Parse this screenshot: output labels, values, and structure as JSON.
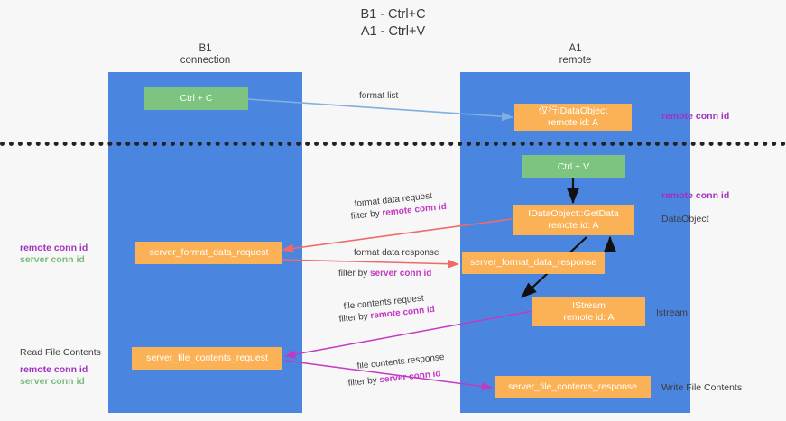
{
  "title": {
    "line1": "B1 - Ctrl+C",
    "line2": "A1 - Ctrl+V"
  },
  "columns": [
    {
      "name": "B1",
      "sub": "connection"
    },
    {
      "name": "A1",
      "sub": "remote"
    }
  ],
  "colors": {
    "lane": "#4a86e0",
    "green_box": "#7cc47f",
    "orange_box": "#fbb256",
    "magenta": "#c23ac2",
    "purple_label": "#a032c0",
    "green_label": "#77bb7d",
    "arrow_blue": "#7fb0e0",
    "arrow_red": "#f06a6a",
    "arrow_black": "#111111",
    "arrow_magenta": "#c23ac2",
    "text": "#3c3c3c",
    "divider": "#222222",
    "background": "#f7f7f7"
  },
  "boxes": {
    "ctrl_c": {
      "label": "Ctrl + C"
    },
    "ctrl_v": {
      "label": "Ctrl + V"
    },
    "idataobject_remote": {
      "line1": "仅行IDataObject",
      "line2": "remote id: A"
    },
    "getdata": {
      "line1": "IDataObject::GetData",
      "line2": "remote id: A"
    },
    "server_format_data_request": {
      "label": "server_format_data_request"
    },
    "server_format_data_response": {
      "label": "server_format_data_response"
    },
    "istream": {
      "line1": "IStream",
      "line2": "remote id: A"
    },
    "server_file_contents_request": {
      "label": "server_file_contents_request"
    },
    "server_file_contents_response": {
      "label": "server_file_contents_response"
    }
  },
  "edge_labels": {
    "format_list": "format list",
    "format_data_request": "format data request",
    "format_data_request_filter_prefix": "filter by ",
    "format_data_request_filter_key": "remote conn id",
    "format_data_response": "format data response",
    "format_data_response_filter_prefix": "filter by ",
    "format_data_response_filter_key": "server conn id",
    "file_contents_request": "file contents request",
    "file_contents_request_filter_prefix": "filter by ",
    "file_contents_request_filter_key": "remote conn id",
    "file_contents_response": "file contents response",
    "file_contents_response_filter_prefix": "filter by ",
    "file_contents_response_filter_key": "server conn id"
  },
  "right_annotations": {
    "remote_conn_id_top": "remote conn id",
    "remote_conn_id_mid": "remote conn id",
    "dataobject": "DataObject",
    "istream": "Istream",
    "write_file_contents": "Write File Contents"
  },
  "left_annotations": {
    "remote_conn_id_mid": "remote conn id",
    "server_conn_id_mid": "server conn id",
    "read_file_contents": "Read File Contents",
    "remote_conn_id_bottom": "remote conn id",
    "server_conn_id_bottom": "server conn id"
  }
}
